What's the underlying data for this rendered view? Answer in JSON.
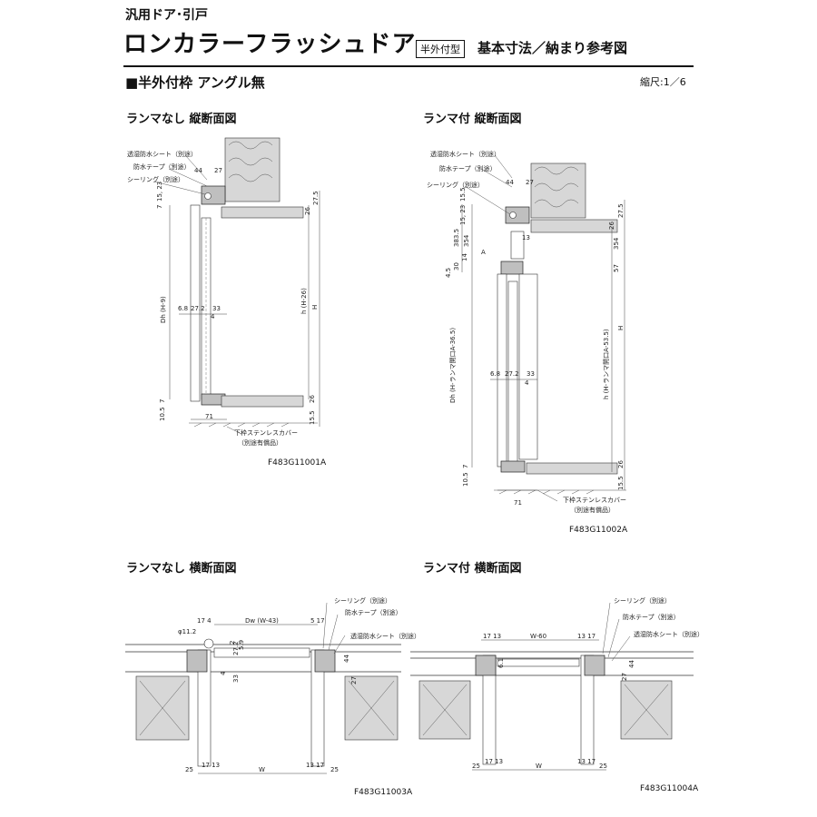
{
  "header": {
    "category": "汎用ドア･引戸",
    "title": "ロンカラーフラッシュドア",
    "badge": "半外付型",
    "subtitle": "基本寸法／納まり参考図"
  },
  "section": {
    "title": "■半外付枠 アングル無",
    "scale": "縮尺:1／6"
  },
  "panels": {
    "p1": {
      "title": "ランマなし 縦断面図",
      "code": "F483G11001A",
      "labels": {
        "sheet": "透湿防水シート（別途）",
        "tape": "防水テープ（別途）",
        "seal": "シーリング（別途）",
        "cover": "下枠ステンレスカバー",
        "cover_note": "（別途有償品）"
      },
      "dims": {
        "d44": "44",
        "d27": "27",
        "d715": "7",
        "d1523": "15, 23",
        "d275": "27.5",
        "d26a": "26",
        "dh": "Dh (H-9)",
        "h": "h (H-26)",
        "hh": "H",
        "d68": "6.8",
        "d272": "27.2",
        "d33": "33",
        "d4": "4",
        "d7": "7",
        "d26b": "26",
        "d105": "10.5",
        "d71": "71",
        "d155": "15.5"
      }
    },
    "p2": {
      "title": "ランマ付 縦断面図",
      "code": "F483G11002A",
      "labels": {
        "sheet": "透湿防水シート（別途）",
        "tape": "防水テープ（別途）",
        "seal": "シーリング（別途）",
        "cover": "下枠ステンレスカバー",
        "cover_note": "（別途有償品）"
      },
      "dims": {
        "d44": "44",
        "d27": "27",
        "d155": "15.5",
        "d1523": "15, 23",
        "d275": "27.5",
        "d26a": "26",
        "d3835": "383.5",
        "dA": "A",
        "d354a": "354",
        "d13": "13",
        "d14": "14",
        "d30": "30",
        "d354b": "354",
        "d45": "4.5",
        "d57": "57",
        "dh": "Dh (H-ランマ開口A-36.5)",
        "h": "h (H-ランマ開口A-53.5)",
        "hh": "H",
        "d68": "6.8",
        "d272": "27.2",
        "d33": "33",
        "d4": "4",
        "d7": "7",
        "d26b": "26",
        "d105": "10.5",
        "d155b": "15.5",
        "d71": "71"
      }
    },
    "p3": {
      "title": "ランマなし 横断面図",
      "code": "F483G11003A",
      "labels": {
        "seal": "シーリング（別途）",
        "tape": "防水テープ（別途）",
        "sheet": "透湿防水シート（別途）"
      },
      "dims": {
        "d174": "17 4",
        "dw": "Dw (W-43)",
        "d517": "5 17",
        "d112": "φ11.2",
        "d272": "27.2",
        "d59": "5.9",
        "d2": "2",
        "d4": "4",
        "d33": "33",
        "d44": "44",
        "d27": "27",
        "d25l": "25",
        "d1713l": "17 13",
        "w": "W",
        "d1317r": "13 17",
        "d25r": "25"
      }
    },
    "p4": {
      "title": "ランマ付 横断面図",
      "code": "F483G11004A",
      "labels": {
        "seal": "シーリング（別途）",
        "tape": "防水テープ（別途）",
        "sheet": "透湿防水シート（別途）"
      },
      "dims": {
        "d1713t": "17 13",
        "w60": "W-60",
        "d1317t": "13 17",
        "d61": "6.1",
        "d27": "27",
        "d44": "44",
        "d25l": "25",
        "d1713b": "17 13",
        "w": "W",
        "d1317b": "13 17",
        "d25r": "25"
      }
    }
  }
}
